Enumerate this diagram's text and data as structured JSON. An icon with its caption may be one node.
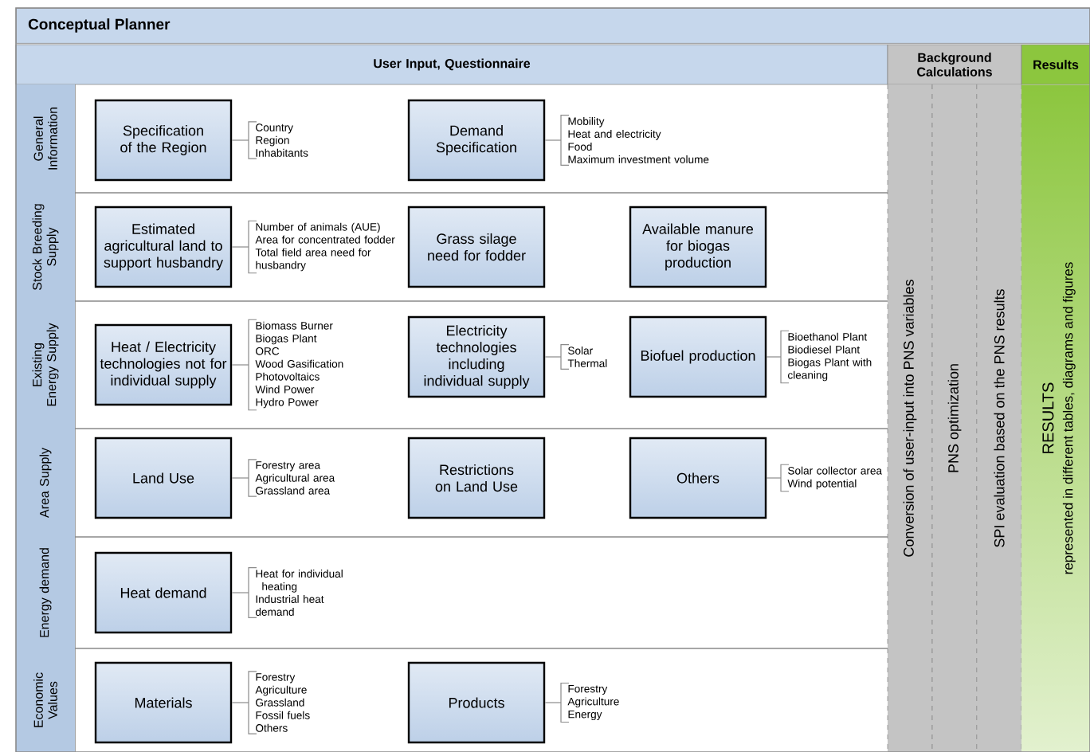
{
  "diagram": {
    "title": "Conceptual Planner",
    "nodes": [
      {
        "text": [
          "User Input, Questionnaire"
        ]
      },
      {
        "text": [
          "Background Calculations"
        ]
      },
      {
        "text": [
          "Results"
        ]
      },
      {
        "text": [
          "Conversion of user-input into PNS variables"
        ]
      },
      {
        "text": [
          "PNS optimization"
        ]
      },
      {
        "text": [
          "SPI evaluation based on the PNS results"
        ]
      },
      {
        "text": [
          "RESULTS",
          "represented in different tables, diagrams and figures"
        ]
      },
      {
        "text": [
          "General Information"
        ]
      },
      {
        "text": [
          "Specification of the Region"
        ]
      },
      {
        "text": [
          "Country",
          "Region",
          "Inhabitants"
        ]
      },
      {
        "text": [
          "Demand Specification"
        ]
      },
      {
        "text": [
          "Mobility",
          "Heat and electricity",
          "Food",
          "Maximum investment volume"
        ]
      },
      {
        "text": [
          "Stock Breeding Supply"
        ]
      },
      {
        "text": [
          "Estimated agricultural land to support husbandry"
        ]
      },
      {
        "text": [
          "Number of animals (AUE)",
          "Area for concentrated fodder",
          "Total field area need for husbandry"
        ]
      },
      {
        "text": [
          "Grass silage need for fodder"
        ]
      },
      {
        "text": [
          "Available manure for biogas production"
        ]
      },
      {
        "text": [
          "Existing Energy Supply"
        ]
      },
      {
        "text": [
          "Heat / Electricity technologies not for individual supply"
        ]
      },
      {
        "text": [
          "Biomass Burner",
          "Biogas Plant",
          "ORC",
          "Wood Gasification",
          "Photovoltaics",
          "Wind Power",
          "Hydro Power"
        ]
      },
      {
        "text": [
          "Electricity technologies including individual supply"
        ]
      },
      {
        "text": [
          "Solar",
          "Thermal"
        ]
      },
      {
        "text": [
          "Biofuel production"
        ]
      },
      {
        "text": [
          "Bioethanol Plant",
          "Biodiesel Plant",
          "Biogas Plant with cleaning"
        ]
      },
      {
        "text": [
          "Area Supply"
        ]
      },
      {
        "text": [
          "Land Use"
        ]
      },
      {
        "text": [
          "Forestry area",
          "Agricultural area",
          "Grassland area"
        ]
      },
      {
        "text": [
          "Restrictions on Land Use"
        ]
      },
      {
        "text": [
          "Others"
        ]
      },
      {
        "text": [
          "Solar collector area",
          "Wind potential"
        ]
      },
      {
        "text": [
          "Energy demand"
        ]
      },
      {
        "text": [
          "Heat demand"
        ]
      },
      {
        "text": [
          "Heat for individual heating",
          "Industrial heat demand"
        ]
      },
      {
        "text": [
          "Economic Values"
        ]
      },
      {
        "text": [
          "Materials"
        ]
      },
      {
        "text": [
          "Forestry",
          "Agriculture",
          "Grassland",
          "Fossil fuels",
          "Others"
        ]
      },
      {
        "text": [
          "Products"
        ]
      },
      {
        "text": [
          "Forestry",
          "Agriculture",
          "Energy"
        ]
      }
    ],
    "edges": [
      {
        "from": 8,
        "to": 9,
        "arrow": "none"
      },
      {
        "from": 10,
        "to": 11,
        "arrow": "none"
      },
      {
        "from": 13,
        "to": 14,
        "arrow": "none"
      },
      {
        "from": 18,
        "to": 19,
        "arrow": "none"
      },
      {
        "from": 20,
        "to": 21,
        "arrow": "none"
      },
      {
        "from": 22,
        "to": 23,
        "arrow": "none"
      },
      {
        "from": 25,
        "to": 26,
        "arrow": "none"
      },
      {
        "from": 28,
        "to": 29,
        "arrow": "none"
      },
      {
        "from": 31,
        "to": 32,
        "arrow": "none"
      },
      {
        "from": 34,
        "to": 35,
        "arrow": "none"
      },
      {
        "from": 36,
        "to": 37,
        "arrow": "none"
      }
    ]
  }
}
